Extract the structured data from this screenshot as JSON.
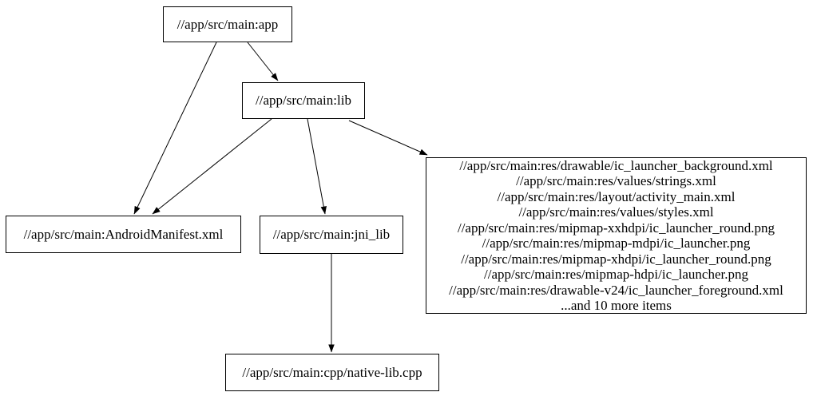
{
  "diagram": {
    "kind": "dependency-graph",
    "colors": {
      "background": "#ffffff",
      "node_border": "#000000",
      "edge": "#000000",
      "text": "#000000"
    },
    "nodes": {
      "app": {
        "label": "//app/src/main:app"
      },
      "lib": {
        "label": "//app/src/main:lib"
      },
      "manifest": {
        "label": "//app/src/main:AndroidManifest.xml"
      },
      "jni_lib": {
        "label": "//app/src/main:jni_lib"
      },
      "cpp": {
        "label": "//app/src/main:cpp/native-lib.cpp"
      },
      "resources": {
        "lines": [
          "//app/src/main:res/drawable/ic_launcher_background.xml",
          "//app/src/main:res/values/strings.xml",
          "//app/src/main:res/layout/activity_main.xml",
          "//app/src/main:res/values/styles.xml",
          "//app/src/main:res/mipmap-xxhdpi/ic_launcher_round.png",
          "//app/src/main:res/mipmap-mdpi/ic_launcher.png",
          "//app/src/main:res/mipmap-xhdpi/ic_launcher_round.png",
          "//app/src/main:res/mipmap-hdpi/ic_launcher.png",
          "//app/src/main:res/drawable-v24/ic_launcher_foreground.xml",
          "...and 10 more items"
        ]
      }
    },
    "edges": [
      {
        "from": "//app/src/main:app",
        "to": "//app/src/main:lib"
      },
      {
        "from": "//app/src/main:app",
        "to": "//app/src/main:AndroidManifest.xml"
      },
      {
        "from": "//app/src/main:lib",
        "to": "//app/src/main:AndroidManifest.xml"
      },
      {
        "from": "//app/src/main:lib",
        "to": "//app/src/main:jni_lib"
      },
      {
        "from": "//app/src/main:lib",
        "to": "res file group"
      },
      {
        "from": "//app/src/main:jni_lib",
        "to": "//app/src/main:cpp/native-lib.cpp"
      }
    ]
  }
}
